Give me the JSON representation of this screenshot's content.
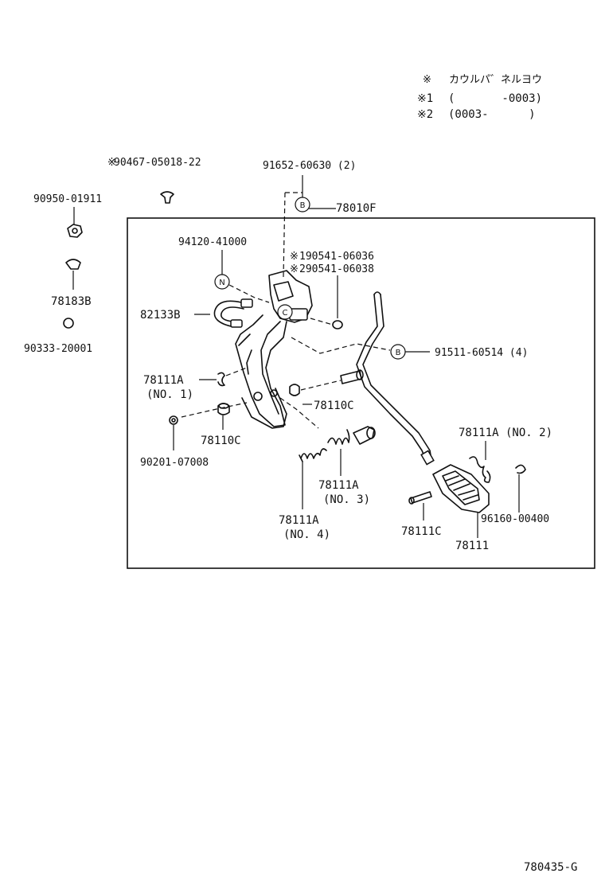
{
  "notes": {
    "mark": "※",
    "mark_text": "カウルパ゛ネルヨウ",
    "mark1": "※1",
    "mark1_text": "(       -0003)",
    "mark2": "※2",
    "mark2_text": "(0003-      )"
  },
  "callouts": {
    "p90467": "90467-05018-22",
    "p91652": "91652-60630 (2)",
    "p90950": "90950-01911",
    "p78010F": "78010F",
    "p94120": "94120-41000",
    "p90541_1": "190541-06036",
    "p90541_2": "290541-06038",
    "p78183B": "78183B",
    "p82133B": "82133B",
    "p90333": "90333-20001",
    "p91511": "91511-60514 (4)",
    "p78111A_no1": "78111A",
    "p78111A_no1_sub": "(NO. 1)",
    "p78110C_right": "78110C",
    "p78110C_left": "78110C",
    "p78111A_no2": "78111A (NO. 2)",
    "p90201": "90201-07008",
    "p78111A_no3": "78111A",
    "p78111A_no3_sub": "(NO. 3)",
    "p78111A_no4": "78111A",
    "p78111A_no4_sub": "(NO. 4)",
    "p96160": "96160-00400",
    "p78111C": "78111C",
    "p78111": "78111"
  },
  "bubbles": {
    "b1": "B",
    "b2": "B",
    "n1": "N",
    "c1": "C"
  },
  "diagram_code": "780435-G"
}
